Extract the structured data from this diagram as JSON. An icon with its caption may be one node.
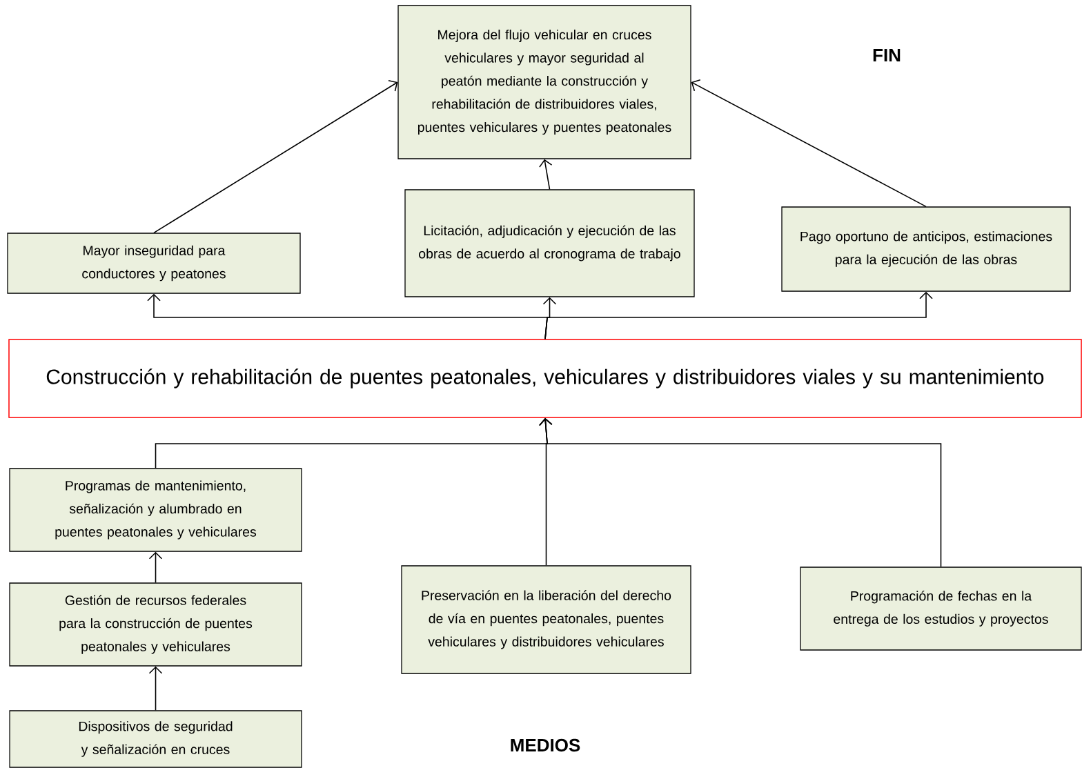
{
  "diagram": {
    "nodes": [
      {
        "text": [
          "Mejora del flujo vehicular en cruces vehiculares y mayor seguridad al peatón mediante la construcción y rehabilitación de distribuidores viales, puentes vehiculares y puentes peatonales"
        ]
      },
      {
        "text": [
          "Mayor inseguridad para conductores y peatones"
        ]
      },
      {
        "text": [
          "Licitación, adjudicación y ejecución de las obras de acuerdo al cronograma de trabajo"
        ]
      },
      {
        "text": [
          "Pago oportuno de anticipos, estimaciones para la ejecución de las obras"
        ]
      },
      {
        "text": [
          "Construcción y rehabilitación de puentes peatonales, vehiculares y distribuidores viales y su mantenimiento"
        ]
      },
      {
        "text": [
          "Programas de mantenimiento, señalización y alumbrado en puentes peatonales y vehiculares"
        ]
      },
      {
        "text": [
          "Gestión de recursos federales para la construcción de puentes peatonales y vehiculares"
        ]
      },
      {
        "text": [
          "Preservación en la liberación del derecho de vía en puentes peatonales, puentes vehiculares y distribuidores vehiculares"
        ]
      },
      {
        "text": [
          "Programación de fechas en la entrega de los estudios y proyectos"
        ]
      },
      {
        "text": [
          "Dispositivos de seguridad y señalización en cruces"
        ]
      }
    ],
    "edges": [
      {
        "from": 1,
        "to": 0,
        "arrow": "to"
      },
      {
        "from": 2,
        "to": 0,
        "arrow": "to"
      },
      {
        "from": 3,
        "to": 0,
        "arrow": "to"
      },
      {
        "from": 4,
        "to": 1,
        "arrow": "to"
      },
      {
        "from": 4,
        "to": 2,
        "arrow": "to"
      },
      {
        "from": 4,
        "to": 3,
        "arrow": "to"
      },
      {
        "from": 5,
        "to": 4,
        "arrow": "to"
      },
      {
        "from": 7,
        "to": 4,
        "arrow": "to"
      },
      {
        "from": 8,
        "to": 4,
        "arrow": "to"
      },
      {
        "from": 6,
        "to": 5,
        "arrow": "to"
      },
      {
        "from": 9,
        "to": 6,
        "arrow": "to"
      }
    ],
    "labels": [
      "FIN",
      "MEDIOS"
    ]
  }
}
